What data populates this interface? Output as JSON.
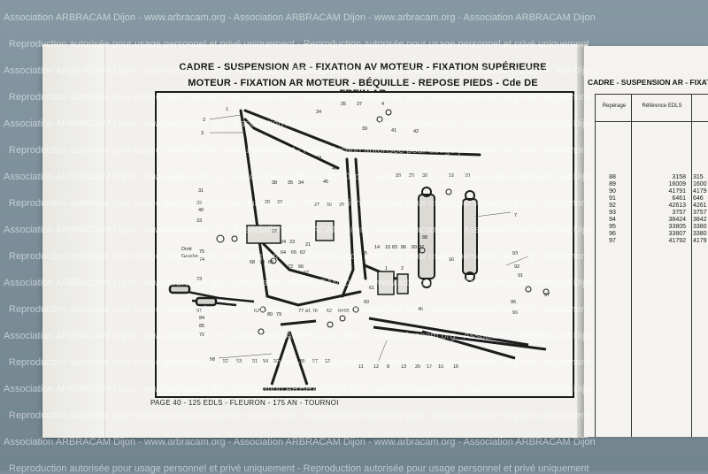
{
  "page": {
    "title_line1": "CADRE - SUSPENSION AR - FIXATION AV MOTEUR - FIXATION SUPÉRIEURE",
    "title_line2": "MOTEUR - FIXATION AR MOTEUR - BÉQUILLE - REPOSE PIEDS - Cde DE FREIN AR",
    "footer": "PAGE 40 - 125 EDLS - FLEURON - 175 AN - TOURNOI",
    "side_labels": [
      "Droit",
      "Gauche"
    ]
  },
  "right_page": {
    "title": "CADRE - SUSPENSION AR - FIXATION AV M",
    "col_reperage": "Repérage",
    "col_reference": "Référence EDLS",
    "rows": [
      {
        "rep": "88",
        "ref": "3158",
        "ref2": "315"
      },
      {
        "rep": "89",
        "ref": "16009",
        "ref2": "1600"
      },
      {
        "rep": "90",
        "ref": "41791",
        "ref2": "4179"
      },
      {
        "rep": "91",
        "ref": "6461",
        "ref2": "646"
      },
      {
        "rep": "92",
        "ref": "42613",
        "ref2": "4261"
      },
      {
        "rep": "93",
        "ref": "3757",
        "ref2": "3757"
      },
      {
        "rep": "94",
        "ref": "38424",
        "ref2": "3842"
      },
      {
        "rep": "95",
        "ref": "33805",
        "ref2": "3380"
      },
      {
        "rep": "96",
        "ref": "33807",
        "ref2": "3380"
      },
      {
        "rep": "97",
        "ref": "41792",
        "ref2": "4179"
      }
    ]
  },
  "watermark": {
    "line_a": "Association ARBRACAM Dijon - www.arbracam.org - Association ARBRACAM Dijon - www.arbracam.org - Association ARBRACAM Dijon",
    "line_b": "Reproduction autorisée pour usage personnel et privé uniquement - Reproduction autorisée pour usage personnel et privé uniquement"
  },
  "diagram_labels": [
    "1",
    "2",
    "3",
    "4",
    "5",
    "6",
    "7",
    "8",
    "9",
    "10",
    "11",
    "12",
    "13",
    "14",
    "15",
    "16",
    "17",
    "18",
    "19",
    "20",
    "21",
    "22",
    "23",
    "24",
    "25",
    "26",
    "27",
    "28",
    "29",
    "30",
    "31",
    "32",
    "33",
    "34",
    "35",
    "36",
    "37",
    "38",
    "39",
    "40",
    "41",
    "42",
    "43",
    "44",
    "45",
    "46",
    "47",
    "48",
    "49",
    "50",
    "51",
    "52",
    "53",
    "54",
    "55",
    "56",
    "57",
    "58",
    "59",
    "60",
    "61",
    "62",
    "63",
    "64",
    "65",
    "66",
    "67",
    "68",
    "69",
    "70",
    "71",
    "72",
    "73",
    "74",
    "75",
    "76",
    "77",
    "78",
    "79",
    "80",
    "81",
    "82",
    "83",
    "84",
    "85",
    "86",
    "87",
    "88",
    "89",
    "90",
    "91",
    "92",
    "93",
    "94",
    "95",
    "96",
    "97"
  ]
}
